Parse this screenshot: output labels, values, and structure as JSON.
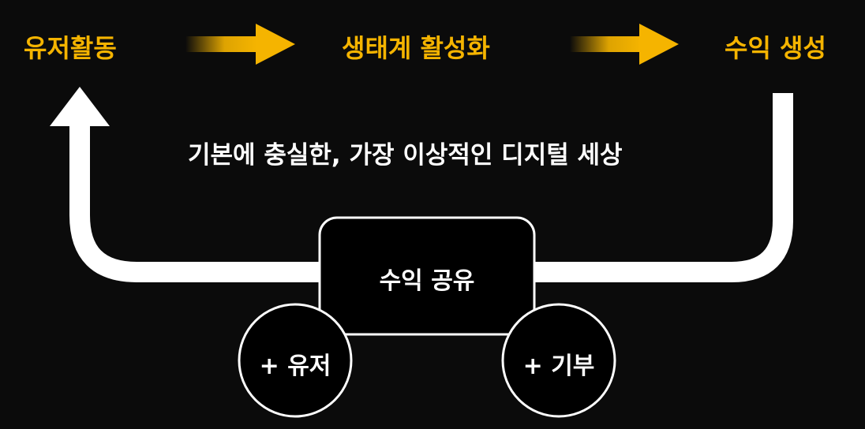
{
  "flow": {
    "step1": "유저활동",
    "step2": "생태계 활성화",
    "step3": "수익 생성"
  },
  "tagline": "기본에 충실한, 가장 이상적인 디지털 세상",
  "hub": {
    "label": "수익 공유",
    "user_node": "+ 유저",
    "donation_node": "+ 기부"
  },
  "colors": {
    "background": "#0b0b0b",
    "accent": "#f5b400",
    "line": "#ffffff"
  }
}
